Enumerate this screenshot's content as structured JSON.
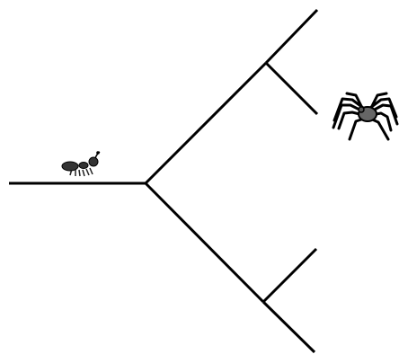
{
  "diagram": {
    "type": "branching-path",
    "branches": [
      {
        "id": "upper-left",
        "creature": "none"
      },
      {
        "id": "upper-right",
        "creature": "spider-icon"
      },
      {
        "id": "lower-left",
        "creature": "none"
      },
      {
        "id": "lower-right",
        "creature": "none"
      }
    ],
    "start_creature": "ant-icon"
  },
  "colors": {
    "line": "#000000",
    "spider_body": "#666666",
    "ant_body": "#333333",
    "background": "#ffffff"
  }
}
